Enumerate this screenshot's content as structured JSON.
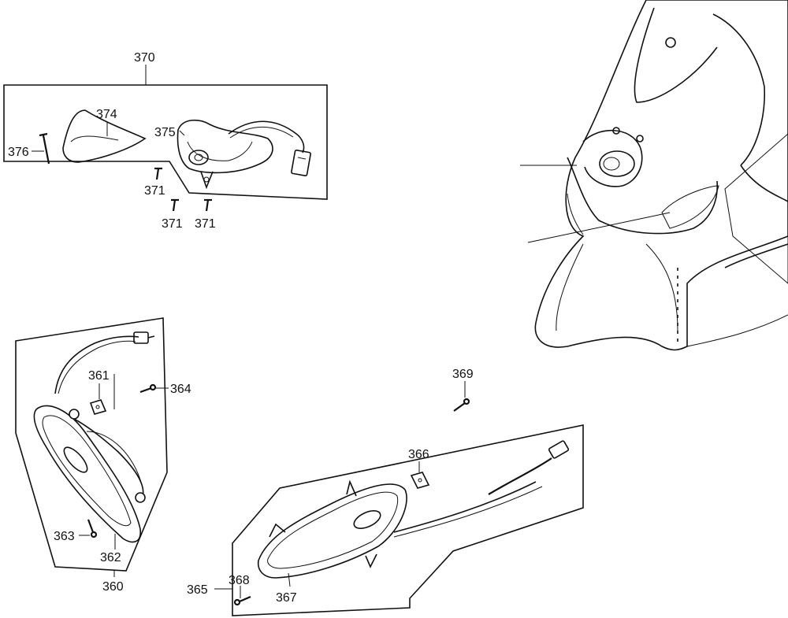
{
  "diagram": {
    "labels": {
      "p370": "370",
      "p374": "374",
      "p375": "375",
      "p376": "376",
      "p371a": "371",
      "p371b": "371",
      "p371c": "371",
      "p361": "361",
      "p364": "364",
      "p363": "363",
      "p362": "362",
      "p360": "360",
      "p369": "369",
      "p366": "366",
      "p365": "365",
      "p368": "368",
      "p367": "367"
    }
  }
}
